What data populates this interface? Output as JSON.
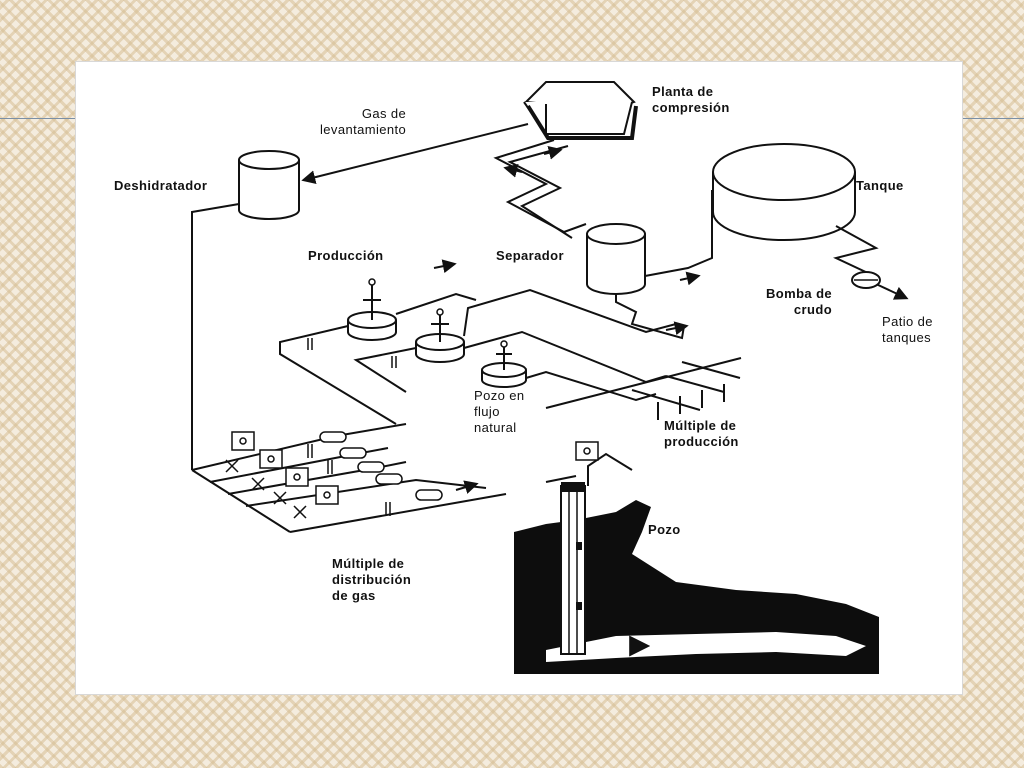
{
  "diagram": {
    "labels": {
      "planta": "Planta de\ncompresión",
      "gas_lev": "Gas de\nlevantamiento",
      "deshidratador": "Deshidratador",
      "tanque": "Tanque",
      "produccion": "Producción",
      "separador": "Separador",
      "bomba": "Bomba de\ncrudo",
      "patio": "Patio de\ntanques",
      "pozo_flujo": "Pozo en\nflujo\nnatural",
      "multiple_prod": "Múltiple de\nproducción",
      "pozo": "Pozo",
      "multiple_gas": "Múltiple de\ndistribución\nde gas"
    },
    "colors": {
      "ink": "#111111",
      "earth": "#0d0d0d",
      "panel": "#ffffff",
      "slide_texture": "#d6be94"
    },
    "icons": {
      "house": "compression-plant-house",
      "cylinder": "vessel-cylinder",
      "wellhead": "wellhead-valve",
      "valve": "valve-symbol",
      "arrow": "flow-arrow"
    }
  }
}
